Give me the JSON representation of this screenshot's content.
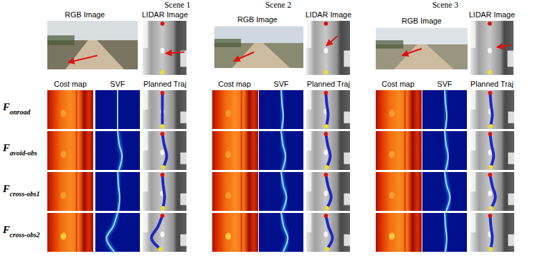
{
  "diagram": {
    "labels": [
      "Scene 1",
      "RGB Image",
      "LIDAR Image",
      "Cost map",
      "SVF",
      "Planned Traj",
      "Scene 2",
      "RGB Image",
      "LIDAR Image",
      "Cost map",
      "SVF",
      "Planned Traj",
      "Scene 3",
      "RGB Image",
      "LIDAR Image",
      "Cost map",
      "SVF",
      "Planned Traj",
      "F",
      "onroad",
      "F",
      "avoid-obs",
      "F",
      "cross-obs1",
      "F",
      "cross-obs2"
    ]
  }
}
